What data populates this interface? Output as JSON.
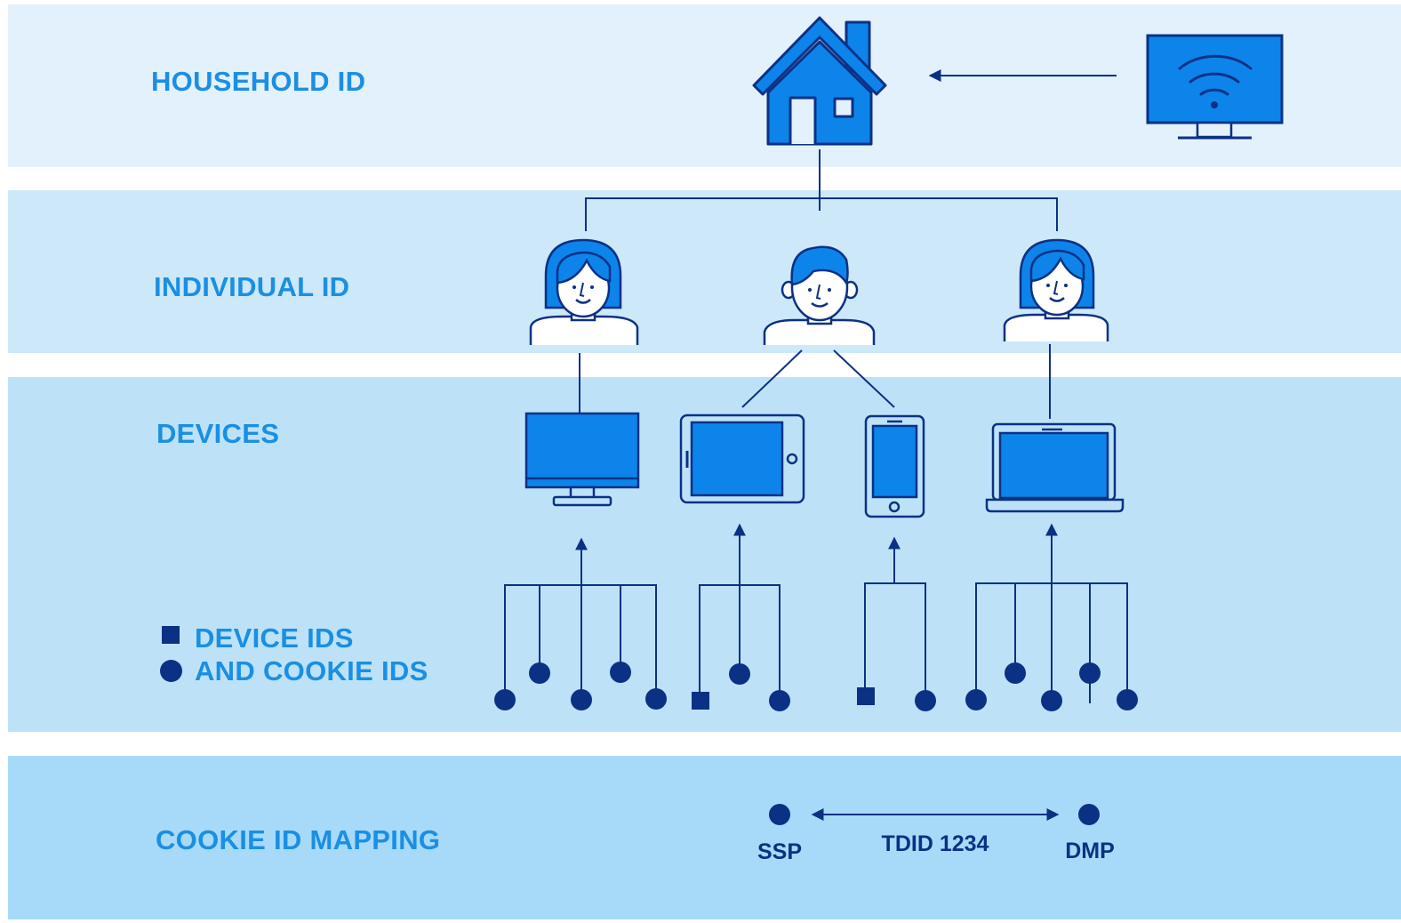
{
  "bands": {
    "household_label": "HOUSEHOLD ID",
    "individual_label": "INDIVIDUAL ID",
    "devices_label": "DEVICES",
    "device_ids_label": "DEVICE IDS",
    "cookie_ids_label": "AND COOKIE IDS",
    "cookie_mapping_label": "COOKIE ID MAPPING"
  },
  "mapping": {
    "left_label": "SSP",
    "middle_label": "TDID 1234",
    "right_label": "DMP"
  },
  "icons": {
    "household": "house-icon",
    "connected_tv": "connected-tv-icon",
    "persons": [
      "woman-icon",
      "man-icon",
      "woman-icon"
    ],
    "devices": [
      "desktop-monitor-icon",
      "tablet-icon",
      "smartphone-icon",
      "laptop-icon"
    ]
  },
  "colors": {
    "dark_navy": "#0b3185",
    "bright_blue": "#0d84ea",
    "label_blue": "#1a8fe3",
    "band_household": "#e3f1fc",
    "band_individual": "#cde8f9",
    "band_devices": "#bde2f8",
    "band_cookie": "#a7daf9"
  }
}
